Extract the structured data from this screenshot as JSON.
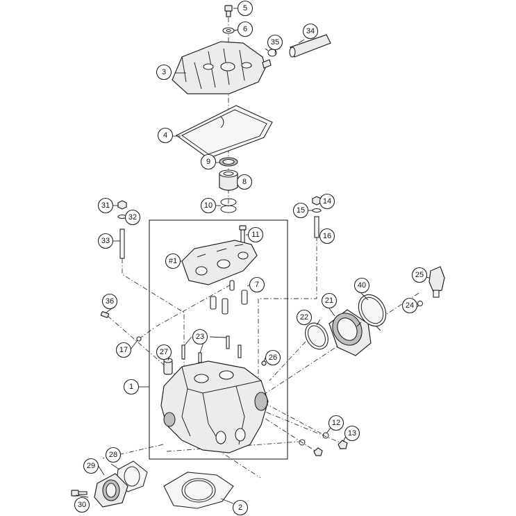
{
  "diagram": {
    "callouts": [
      {
        "id": "c1",
        "label": "1"
      },
      {
        "id": "c2",
        "label": "2"
      },
      {
        "id": "c3",
        "label": "3"
      },
      {
        "id": "c4",
        "label": "4"
      },
      {
        "id": "c5",
        "label": "5"
      },
      {
        "id": "c6",
        "label": "6"
      },
      {
        "id": "c7",
        "label": "7"
      },
      {
        "id": "c8",
        "label": "8"
      },
      {
        "id": "c9",
        "label": "9"
      },
      {
        "id": "c10",
        "label": "10"
      },
      {
        "id": "c11",
        "label": "11"
      },
      {
        "id": "c12",
        "label": "12"
      },
      {
        "id": "c13",
        "label": "13"
      },
      {
        "id": "c14",
        "label": "14"
      },
      {
        "id": "c15",
        "label": "15"
      },
      {
        "id": "c16",
        "label": "16"
      },
      {
        "id": "c17",
        "label": "17"
      },
      {
        "id": "c21",
        "label": "21"
      },
      {
        "id": "c22",
        "label": "22"
      },
      {
        "id": "c23",
        "label": "23"
      },
      {
        "id": "c24",
        "label": "24"
      },
      {
        "id": "c25",
        "label": "25"
      },
      {
        "id": "c26",
        "label": "26"
      },
      {
        "id": "c27",
        "label": "27"
      },
      {
        "id": "c28",
        "label": "28"
      },
      {
        "id": "c29",
        "label": "29"
      },
      {
        "id": "c30",
        "label": "30"
      },
      {
        "id": "c31",
        "label": "31"
      },
      {
        "id": "c32",
        "label": "32"
      },
      {
        "id": "c33",
        "label": "33"
      },
      {
        "id": "c34",
        "label": "34"
      },
      {
        "id": "c35",
        "label": "35"
      },
      {
        "id": "c36",
        "label": "36"
      },
      {
        "id": "c40",
        "label": "40"
      },
      {
        "id": "c41",
        "label": "#1"
      }
    ]
  }
}
